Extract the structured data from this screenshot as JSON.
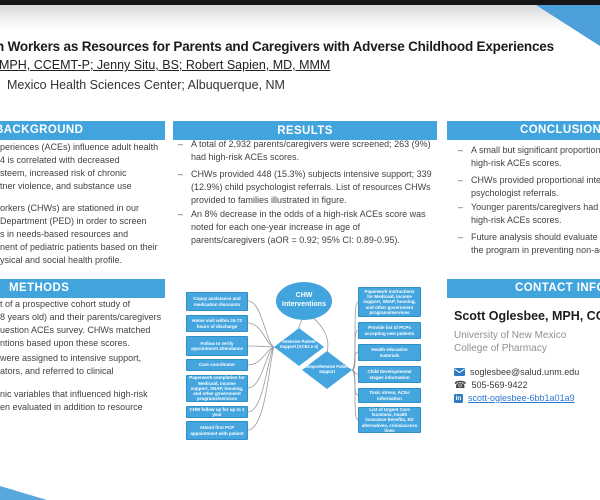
{
  "ui": {
    "bullet_char": "–"
  },
  "colors": {
    "accent_blue": "#41a4dd",
    "box_blue": "#45a5de",
    "corner_triangle_blue": "#4c9fd8",
    "link_blue": "#3077d0",
    "topbar_black": "#151515"
  },
  "header": {
    "title": "h Workers as Resources for Parents and Caregivers with Adverse Childhood Experiences",
    "authors": "MPH, CCEMT-P; Jenny Situ, BS; Robert Sapien, MD, MMM",
    "affiliation": "Mexico Health Sciences Center; Albuquerque, NM"
  },
  "sections": {
    "background": {
      "title": "BACKGROUND",
      "para1": [
        "periences (ACEs) influence adult health",
        "4 is correlated with decreased",
        "steem, increased risk of chronic",
        "tner violence, and substance use"
      ],
      "para2": [
        "orkers (CHWs) are stationed in our",
        "Department (PED) in order to screen",
        "s in needs-based resources and",
        "nent of pediatric patients based on their",
        "ysical and social health profile."
      ]
    },
    "results": {
      "title": "RESULTS",
      "bullets": [
        {
          "lines": [
            "A total of 2,932 parents/caregivers were screened; 263 (9%)",
            "had high-risk ACEs scores."
          ]
        },
        {
          "lines": [
            "CHWs provided 448 (15.3%) subjects intensive support; 339",
            "(12.9%) child psychologist referrals. List of resources CHWs",
            "provided to families illustrated in figure."
          ]
        },
        {
          "lines": [
            "An 8% decrease in the odds of a high-risk ACEs score was",
            "noted for each one-year increase in age of",
            "parents/caregivers (aOR = 0.92; 95% CI: 0.89-0.95)."
          ]
        }
      ]
    },
    "conclusions": {
      "title": "CONCLUSIONS",
      "bullets": [
        {
          "lines": [
            "A small but significant proportion o",
            "high-risk ACEs scores."
          ]
        },
        {
          "lines": [
            "CHWs provided proportional intens",
            "psychologist referrals."
          ]
        },
        {
          "lines": [
            "Younger parents/caregivers had in",
            "high-risk ACEs scores."
          ]
        },
        {
          "lines": [
            "Future analysis should evaluate th",
            "the program in preventing non-acc"
          ]
        }
      ]
    },
    "methods": {
      "title": "METHODS",
      "para1": [
        "t of a prospective cohort study of",
        "8 years old) and their parents/caregivers",
        "uestion ACEs survey. CHWs matched",
        "ntions based upon these scores."
      ],
      "para2": [
        "were assigned to intensive support,",
        "ators, and referred to clinical"
      ],
      "para3": [
        "nic variables that influenced high-risk",
        "en evaluated in addition to resource"
      ]
    },
    "contact": {
      "title": "CONTACT INFORMATION",
      "name": "Scott Oglesbee, MPH, CCEMT-P",
      "org_line1": "University of New Mexico",
      "org_line2": "College of Pharmacy",
      "email": "soglesbee@salud.unm.edu",
      "phone": "505-569-9422",
      "linkedin": "scott-oglesbee-6bb1a01a9",
      "linkedin_icon_text": "in"
    }
  },
  "figure": {
    "center": "CHW Interventions",
    "diamond_left": "Intensive Patient Support (ACEs ≥ 4)",
    "diamond_right": "Comprehensive Patient Support",
    "left_boxes": [
      "Copay assistance and medication discounts",
      "Home visit within 24-72 hours of discharge",
      "Follow to verify appointment attendance",
      "Care coordinator",
      "Paperwork completion for Medicaid, income support, SNAP, housing, and other government programs/services",
      "CHW follow up for up to 1 year",
      "Attend first PCP appointment with patient"
    ],
    "right_boxes": [
      "Paperwork instructions for Medicaid, income support, SNAP, housing, and other government programs/services",
      "Provide list of PCPs accepting new patients",
      "Health education materials",
      "Child developmental stages information",
      "Toxic stress, ACEs information",
      "List of Urgent Care locations, health insurance benefits, ED alternatives, crisis/access lines"
    ]
  }
}
